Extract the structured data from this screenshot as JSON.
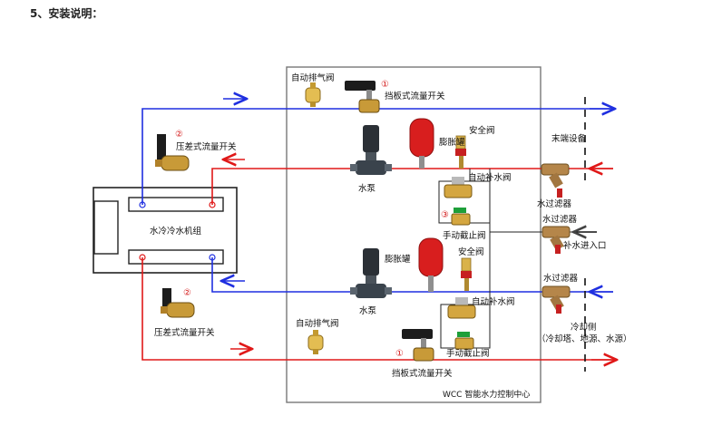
{
  "heading": "5、安装说明：",
  "colors": {
    "supply_line": "#1f2fe0",
    "return_line": "#e01818",
    "frame": "#777777",
    "tank": "#d81e1e",
    "badge": "#d31818"
  },
  "icons": [
    "pump-icon",
    "tank-icon",
    "valve-icon",
    "flow-switch-icon",
    "air-vent-icon",
    "filter-icon"
  ],
  "labels": {
    "air_vent_top": "自动排气阀",
    "paddle_switch_top": "挡板式流量开关",
    "diff_switch_top": "压差式流量开关",
    "terminal": "末端设备",
    "tank_top": "膨胀罐",
    "safety_top": "安全阀",
    "auto_fill_top": "自动补水阀",
    "pump_top": "水泵",
    "manual_valve_top": "手动截止阀",
    "filter_top": "水过滤器",
    "filter_mid": "水过滤器",
    "makeup_inlet": "补水进入口",
    "chiller": "水冷冷水机组",
    "tank_bottom": "膨胀罐",
    "safety_bottom": "安全阀",
    "filter_bottom": "水过滤器",
    "auto_fill_bottom": "自动补水阀",
    "pump_bottom": "水泵",
    "diff_switch_bottom": "压差式流量开关",
    "air_vent_bottom": "自动排气阀",
    "cooling_side": "冷却侧",
    "cooling_sources": "（冷却塔、地源、水源）",
    "manual_valve_bottom": "手动截止阀",
    "paddle_switch_bottom": "挡板式流量开关",
    "control_center": "WCC 智能水力控制中心"
  },
  "badges": {
    "one": "①",
    "two": "②",
    "three": "③"
  }
}
